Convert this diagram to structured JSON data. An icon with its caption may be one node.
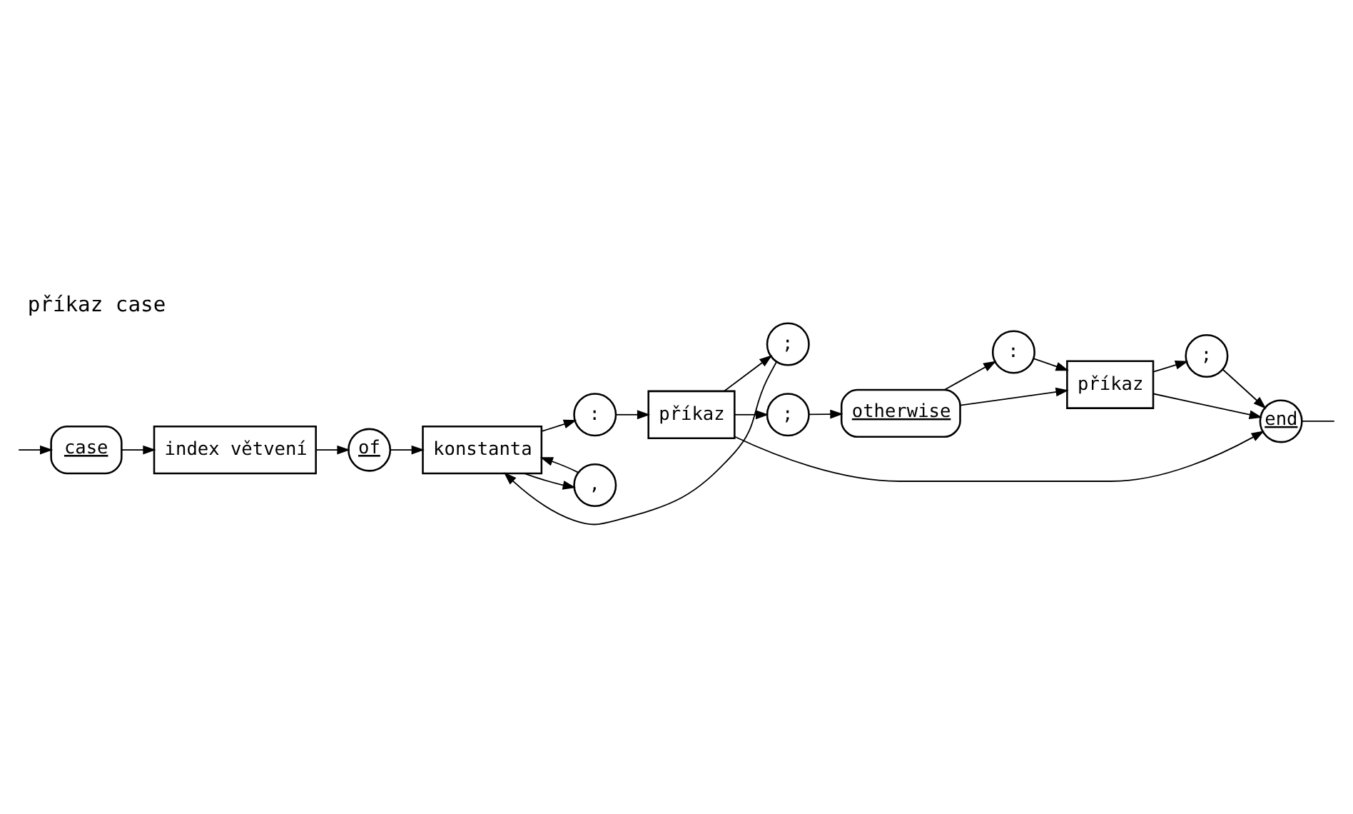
{
  "diagram": {
    "title": "příkaz case",
    "nodes": [
      {
        "text": [
          "case"
        ]
      },
      {
        "text": [
          "index větvení"
        ]
      },
      {
        "text": [
          "of"
        ]
      },
      {
        "text": [
          "konstanta"
        ]
      },
      {
        "text": [
          ":"
        ]
      },
      {
        "text": [
          "příkaz"
        ]
      },
      {
        "text": [
          ","
        ]
      },
      {
        "text": [
          ";"
        ]
      },
      {
        "text": [
          ";"
        ]
      },
      {
        "text": [
          "otherwise"
        ]
      },
      {
        "text": [
          ":"
        ]
      },
      {
        "text": [
          "příkaz"
        ]
      },
      {
        "text": [
          ";"
        ]
      },
      {
        "text": [
          "end"
        ]
      }
    ],
    "edges": [
      {
        "from": null,
        "to": 0,
        "arrow": "to"
      },
      {
        "from": 0,
        "to": 1,
        "arrow": "to"
      },
      {
        "from": 1,
        "to": 2,
        "arrow": "to"
      },
      {
        "from": 2,
        "to": 3,
        "arrow": "to"
      },
      {
        "from": 3,
        "to": 4,
        "arrow": "to"
      },
      {
        "from": 4,
        "to": 5,
        "arrow": "to"
      },
      {
        "from": 3,
        "to": 6,
        "arrow": "to"
      },
      {
        "from": 6,
        "to": 3,
        "arrow": "to"
      },
      {
        "from": 5,
        "to": 7,
        "arrow": "to"
      },
      {
        "from": 7,
        "to": 3,
        "arrow": "to"
      },
      {
        "from": 5,
        "to": 8,
        "arrow": "to"
      },
      {
        "from": 5,
        "to": 13,
        "arrow": "to"
      },
      {
        "from": 8,
        "to": 9,
        "arrow": "to"
      },
      {
        "from": 9,
        "to": 10,
        "arrow": "to"
      },
      {
        "from": 9,
        "to": 11,
        "arrow": "to"
      },
      {
        "from": 10,
        "to": 11,
        "arrow": "to"
      },
      {
        "from": 11,
        "to": 12,
        "arrow": "to"
      },
      {
        "from": 11,
        "to": 13,
        "arrow": "to"
      },
      {
        "from": 12,
        "to": 13,
        "arrow": "to"
      },
      {
        "from": 13,
        "to": null,
        "arrow": "none"
      }
    ]
  }
}
